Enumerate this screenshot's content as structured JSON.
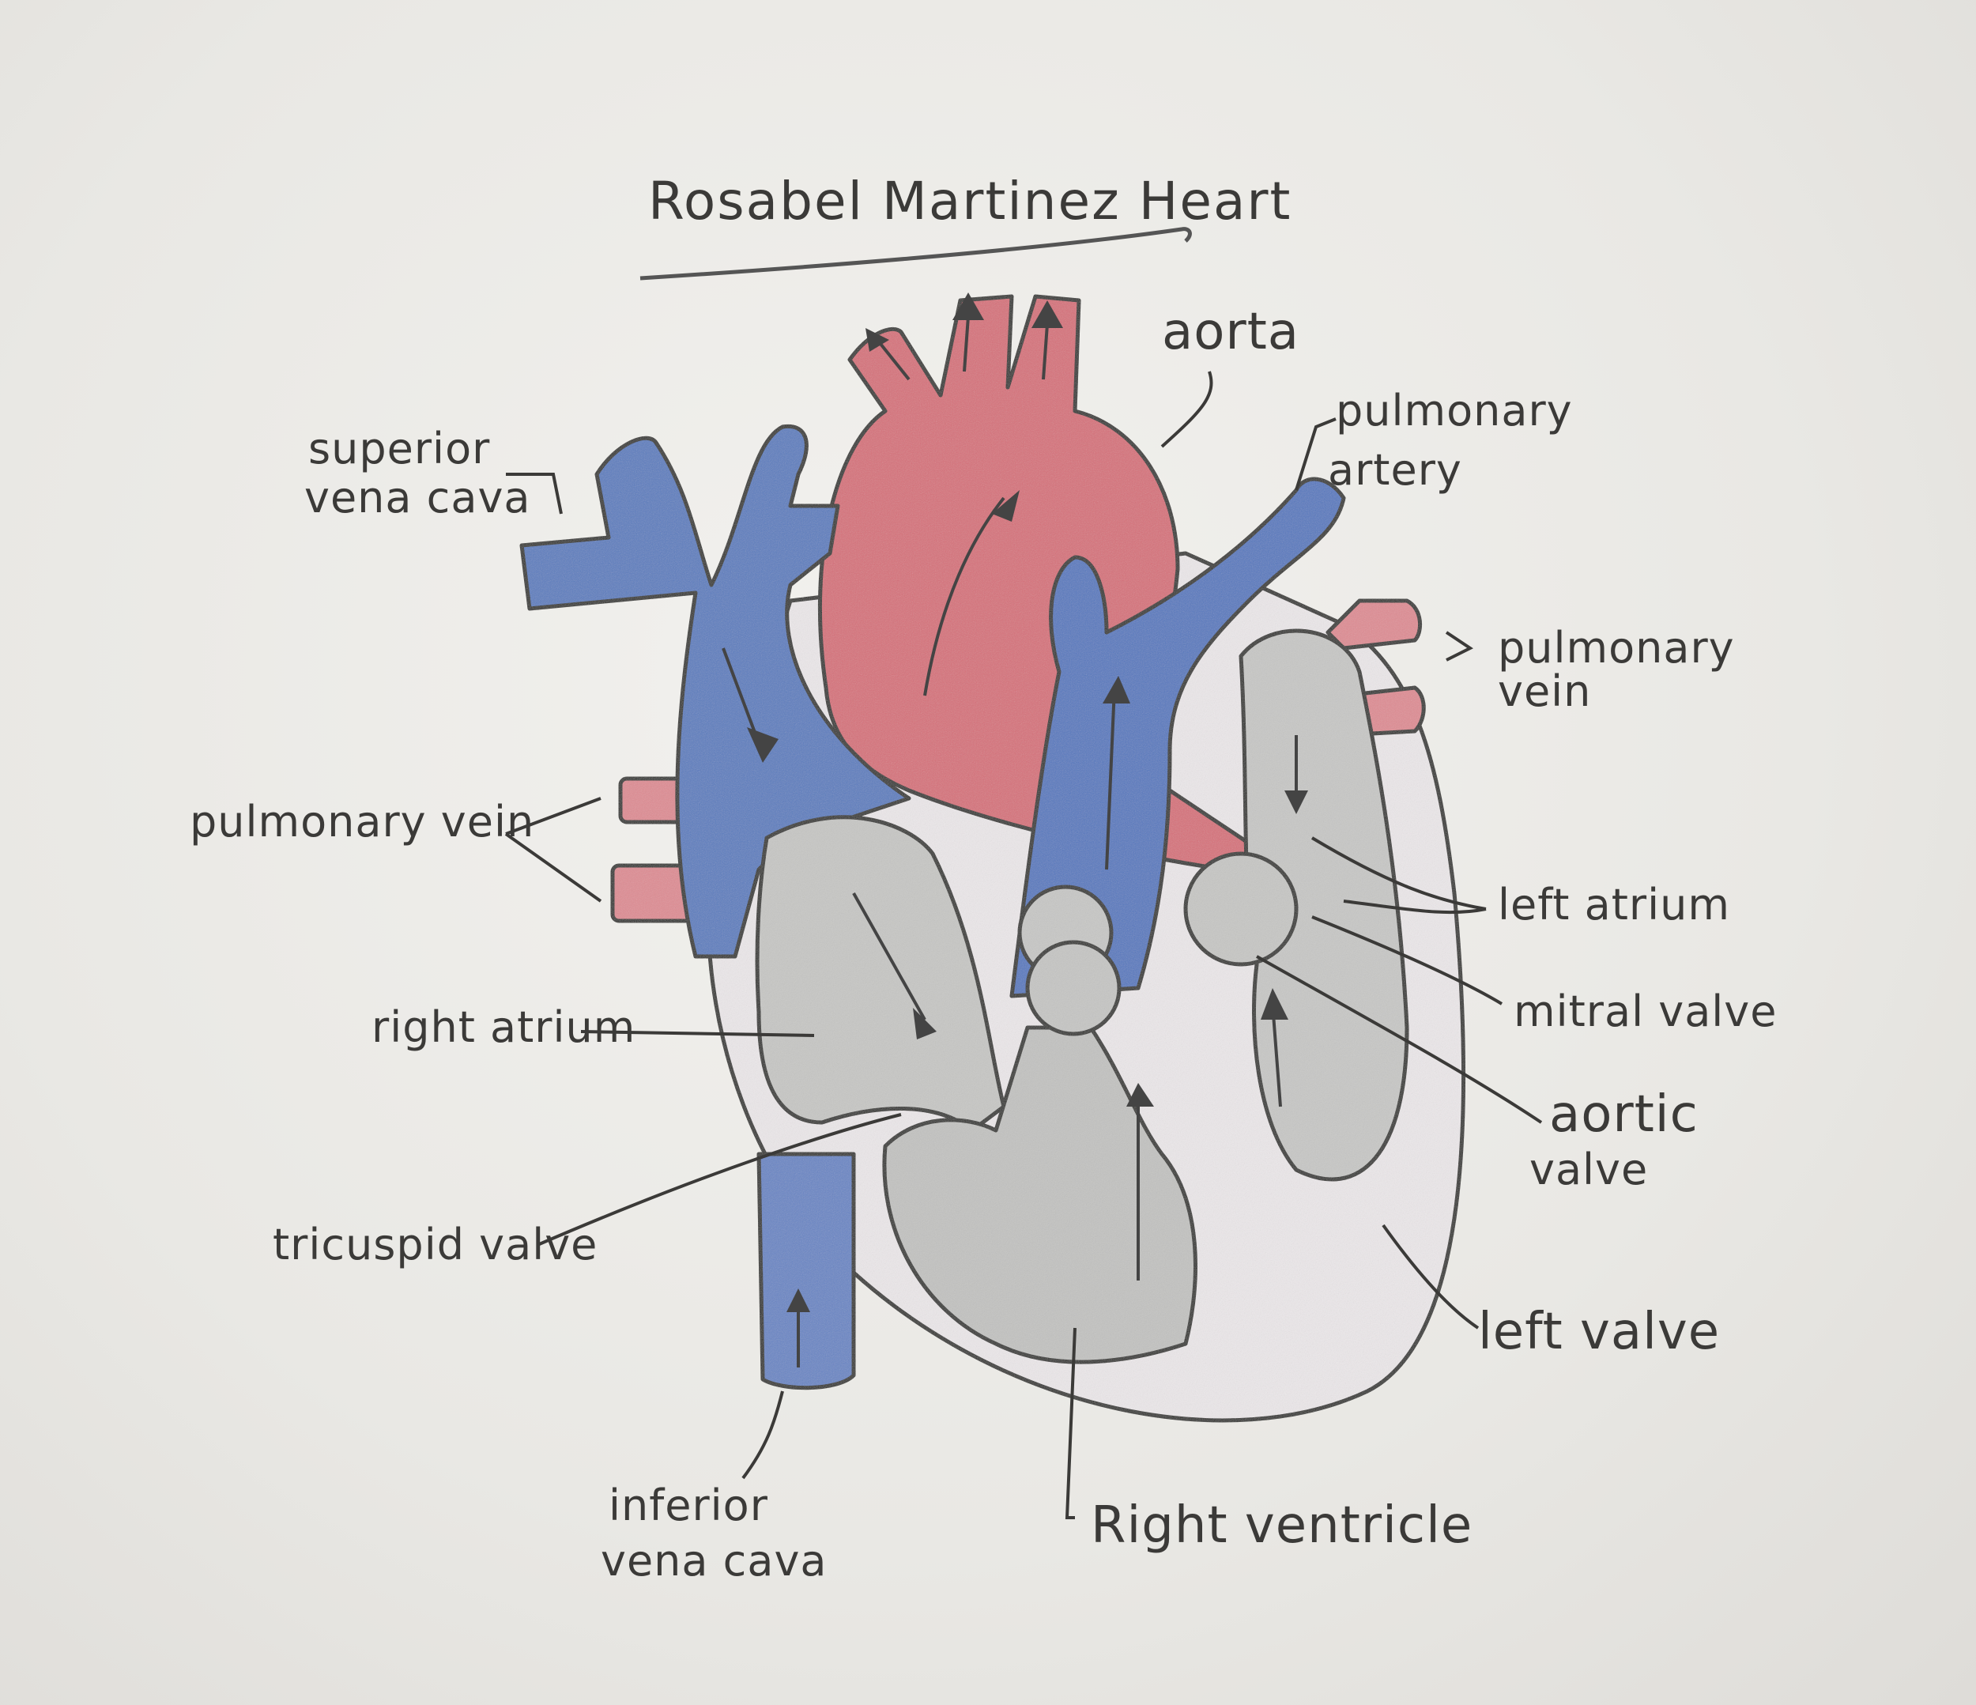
{
  "title": "Rosabel Martinez Heart",
  "labels": {
    "aorta": "aorta",
    "pulmonary_artery_1": "pulmonary",
    "pulmonary_artery_2": "artery",
    "superior_vena_cava_1": "superior",
    "superior_vena_cava_2": "vena cava",
    "pulmonary_vein_right_1": "pulmonary",
    "pulmonary_vein_right_2": "vein",
    "pulmonary_vein_left": "pulmonary vein",
    "left_atrium": "left atrium",
    "mitral_valve": "mitral valve",
    "aortic_valve_1": "aortic",
    "aortic_valve_2": "valve",
    "right_atrium": "right atrium",
    "tricuspid_valve": "tricuspid valve",
    "left_valve": "left valve",
    "inferior_vena_cava_1": "inferior",
    "inferior_vena_cava_2": "vena cava",
    "right_ventricle": "Right ventricle"
  },
  "colors": {
    "oxygenated": "#d9707a",
    "deoxygenated": "#5878b8",
    "chamber": "#c9c9c7",
    "outline": "#2f2e2c"
  }
}
